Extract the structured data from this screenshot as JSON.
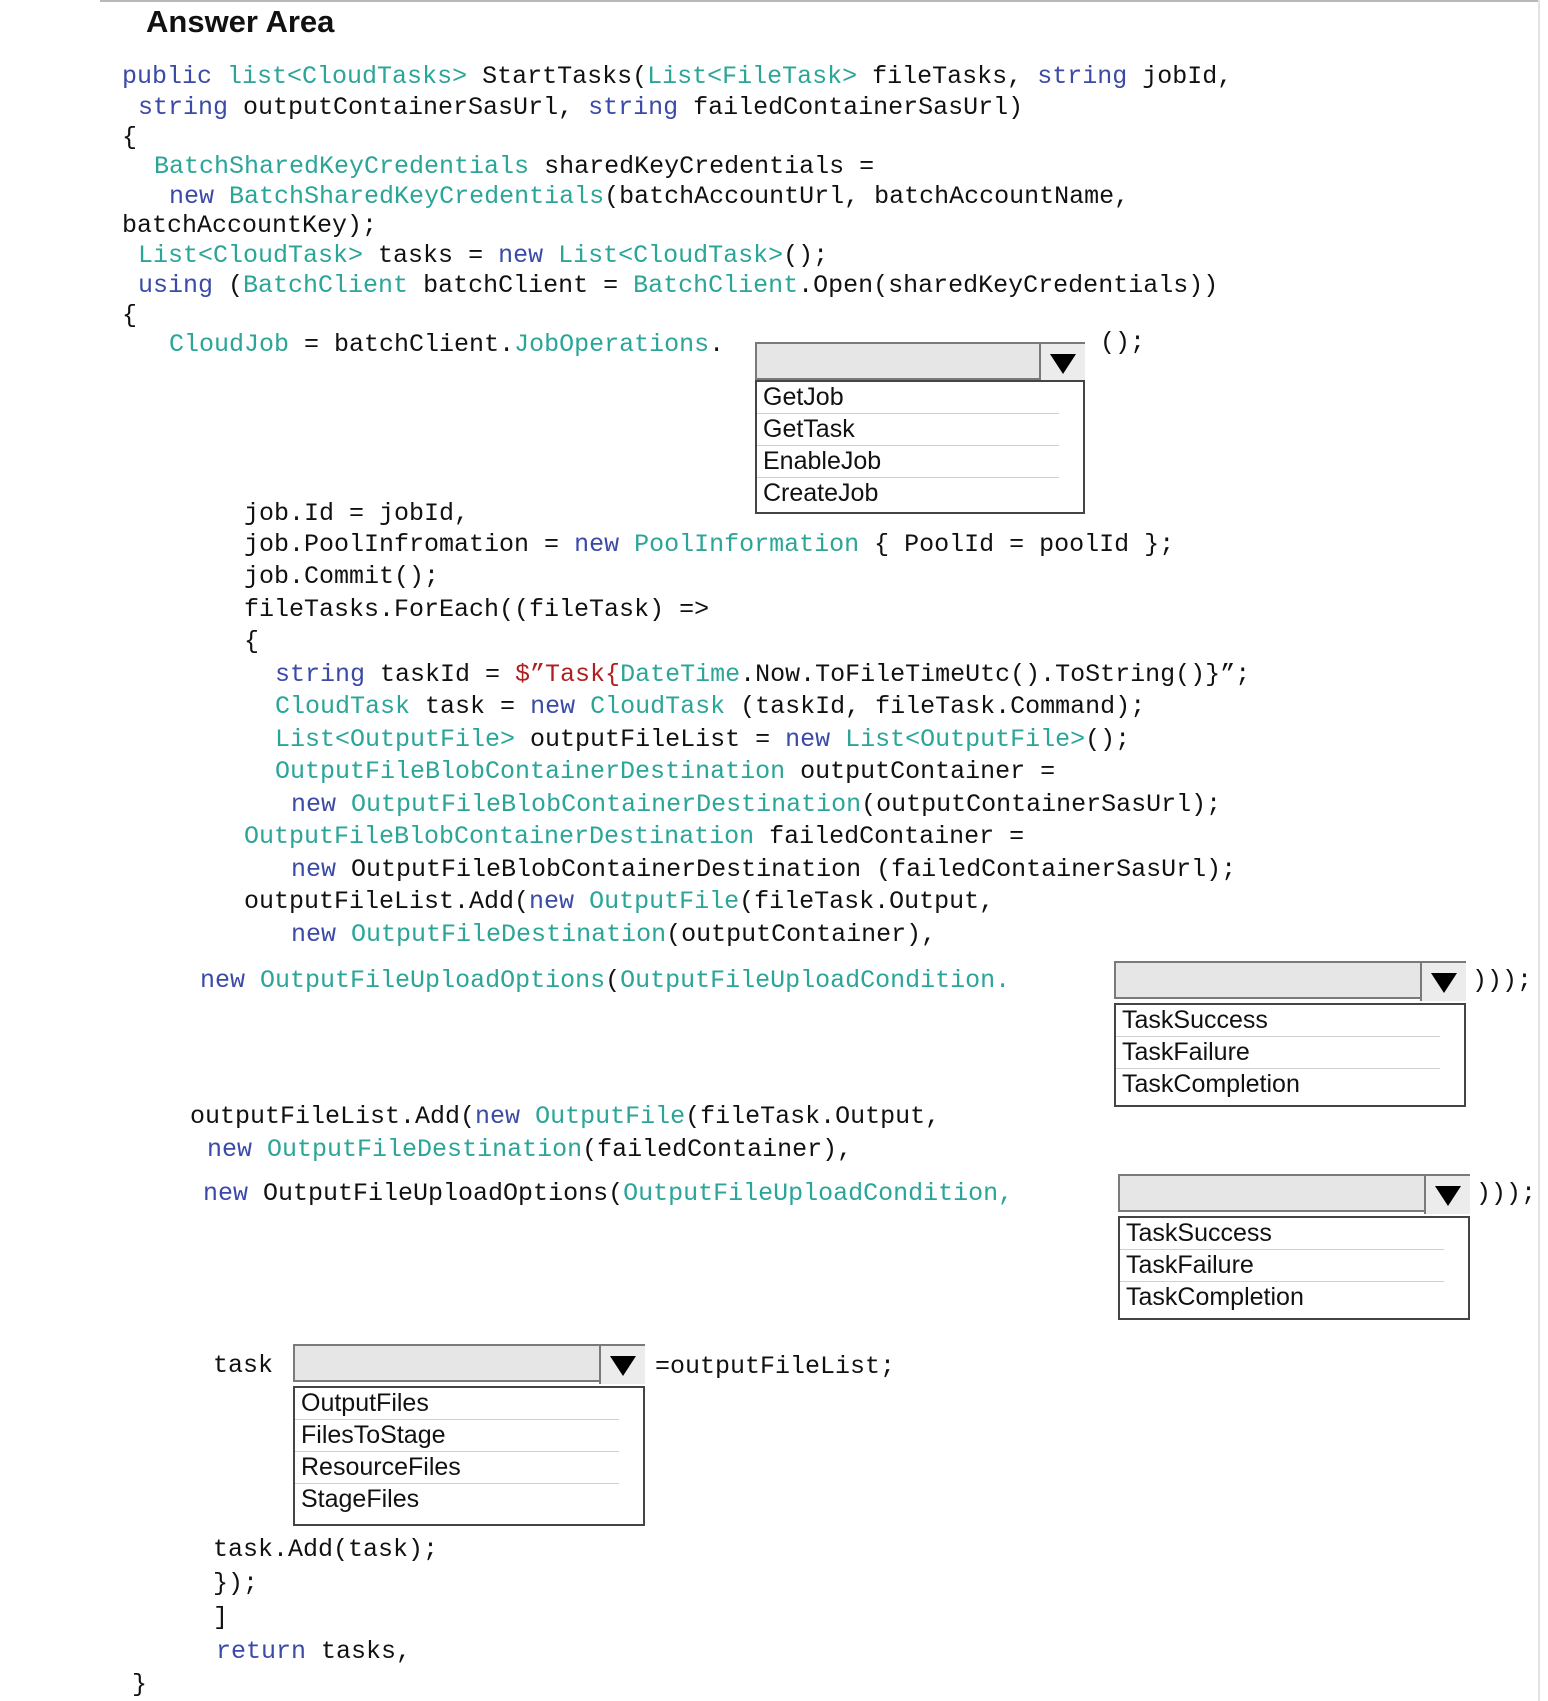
{
  "header": {
    "title": "Answer Area"
  },
  "code": {
    "line1": {
      "kw1": "public",
      "ty1": "list<CloudTasks>",
      "t1": " StartTasks(",
      "ty2": "List<FileTask>",
      "t2": " fileTasks, ",
      "kw2": "string",
      "t3": " jobId,"
    },
    "line2": {
      "kw1": "string",
      "t1": " outputContainerSasUrl, ",
      "kw2": "string",
      "t2": " failedContainerSasUrl)"
    },
    "line3": {
      "t1": "{"
    },
    "line4": {
      "ty1": "BatchSharedKeyCredentials",
      "t1": " sharedKeyCredentials ="
    },
    "line5": {
      "kw1": "new",
      "t0": " ",
      "ty1": "BatchSharedKeyCredentials",
      "t1": "(batchAccountUrl, batchAccountName,"
    },
    "line6": {
      "t1": "batchAccountKey);"
    },
    "line7": {
      "ty1": "List<CloudTask>",
      "t1": " tasks = ",
      "kw1": "new",
      "t0": " ",
      "ty2": "List<CloudTask>",
      "t2": "();"
    },
    "line8": {
      "kw1": "using",
      "t0": " (",
      "ty1": "BatchClient",
      "t1": " batchClient = ",
      "ty2": "BatchClient",
      "t2": ".Open(sharedKeyCredentials))"
    },
    "line9": {
      "t1": "{"
    },
    "line10": {
      "ty1": "CloudJob",
      "t1": " = batchClient.",
      "ty2": "JobOperations",
      "t2": "."
    },
    "line10b": {
      "t1": "();"
    },
    "line11": {
      "t1": "job.Id = jobId,"
    },
    "line12": {
      "t1": "job.PoolInfromation = ",
      "kw1": "new",
      "t0": " ",
      "ty1": "PoolInformation",
      "t2": " { PoolId = poolId };"
    },
    "line13": {
      "t1": "job.Commit();"
    },
    "line14": {
      "t1": "fileTasks.ForEach((fileTask) =>"
    },
    "line15": {
      "t1": "{"
    },
    "line16": {
      "kw1": "string",
      "t1": " taskId = ",
      "st1": "$”Task{",
      "ty1": "DateTime",
      "t2": ".Now.ToFileTimeUtc().ToString()}”;"
    },
    "line17": {
      "ty1": "CloudTask",
      "t1": " task = ",
      "kw1": "new",
      "t0": " ",
      "ty2": "CloudTask",
      "t2": " (taskId, fileTask.Command);"
    },
    "line18": {
      "ty1": "List<OutputFile>",
      "t1": " outputFileList = ",
      "kw1": "new",
      "t0": " ",
      "ty2": "List<OutputFile>",
      "t2": "();"
    },
    "line19": {
      "ty1": "OutputFileBlobContainerDestination",
      "t1": " outputContainer ="
    },
    "line20": {
      "kw1": "new",
      "t0": " ",
      "ty1": "OutputFileBlobContainerDestination",
      "t1": "(outputContainerSasUrl);"
    },
    "line21": {
      "ty1": "OutputFileBlobContainerDestination",
      "t1": " failedContainer ="
    },
    "line22": {
      "kw1": "new",
      "t1": " OutputFileBlobContainerDestination (failedContainerSasUrl);"
    },
    "line23": {
      "t1": "outputFileList.Add(",
      "kw1": "new",
      "t0": " ",
      "ty1": "OutputFile",
      "t2": "(fileTask.Output,"
    },
    "line24": {
      "kw1": "new",
      "t0": " ",
      "ty1": "OutputFileDestination",
      "t1": "(outputContainer),"
    },
    "line25": {
      "kw1": "new",
      "t0": " ",
      "ty1": "OutputFileUploadOptions",
      "t1": "(",
      "ty2": "OutputFileUploadCondition."
    },
    "line25b": {
      "t1": ")));"
    },
    "line26": {
      "t1": "outputFileList.Add(",
      "kw1": "new",
      "t0": " ",
      "ty1": "OutputFile",
      "t2": "(fileTask.Output,"
    },
    "line27": {
      "kw1": "new",
      "t0": " ",
      "ty1": "OutputFileDestination",
      "t1": "(failedContainer),"
    },
    "line28": {
      "kw1": "new",
      "t1": " OutputFileUploadOptions(",
      "ty1": "OutputFileUploadCondition,"
    },
    "line28b": {
      "t1": ")));"
    },
    "line29": {
      "t1": "task"
    },
    "line29b": {
      "t1": "=outputFileList;"
    },
    "line30": {
      "t1": "task.Add(task);"
    },
    "line31": {
      "t1": "});"
    },
    "line32": {
      "t1": "]"
    },
    "line33": {
      "kw1": "return",
      "t1": " tasks,"
    },
    "line34": {
      "t1": "}"
    }
  },
  "dropdowns": {
    "job_operation": {
      "selected": "",
      "options": [
        "GetJob",
        "GetTask",
        "EnableJob",
        "CreateJob"
      ]
    },
    "upload_condition_output": {
      "selected": "",
      "options": [
        "TaskSuccess",
        "TaskFailure",
        "TaskCompletion"
      ]
    },
    "upload_condition_failed": {
      "selected": "",
      "options": [
        "TaskSuccess",
        "TaskFailure",
        "TaskCompletion"
      ]
    },
    "task_property": {
      "selected": "",
      "options": [
        "OutputFiles",
        "FilesToStage",
        "ResourceFiles",
        "StageFiles"
      ]
    }
  }
}
